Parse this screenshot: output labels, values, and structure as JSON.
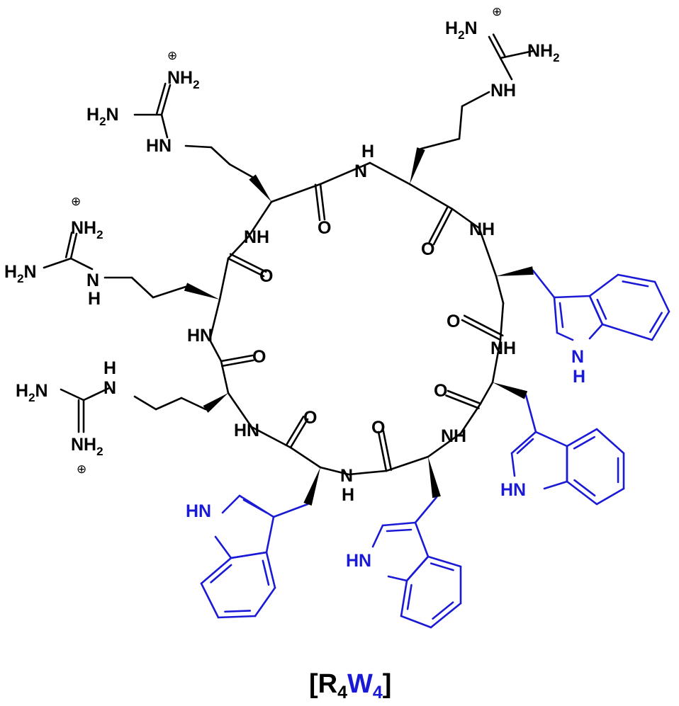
{
  "colors": {
    "arginine": "#000000",
    "tryptophan": "#1a1ad6",
    "background": "#ffffff"
  },
  "atoms": {
    "nh": "NH",
    "hn": "HN",
    "n": "N",
    "h": "H",
    "o": "O",
    "h2n_h": "H",
    "h2n_2": "2",
    "h2n_n": "N",
    "nh2_nh": "NH",
    "nh2_2": "2",
    "charge": "⊕"
  },
  "caption": {
    "open": "[R",
    "r_sub": "4",
    "w": "W",
    "w_sub": "4",
    "close": "]"
  }
}
